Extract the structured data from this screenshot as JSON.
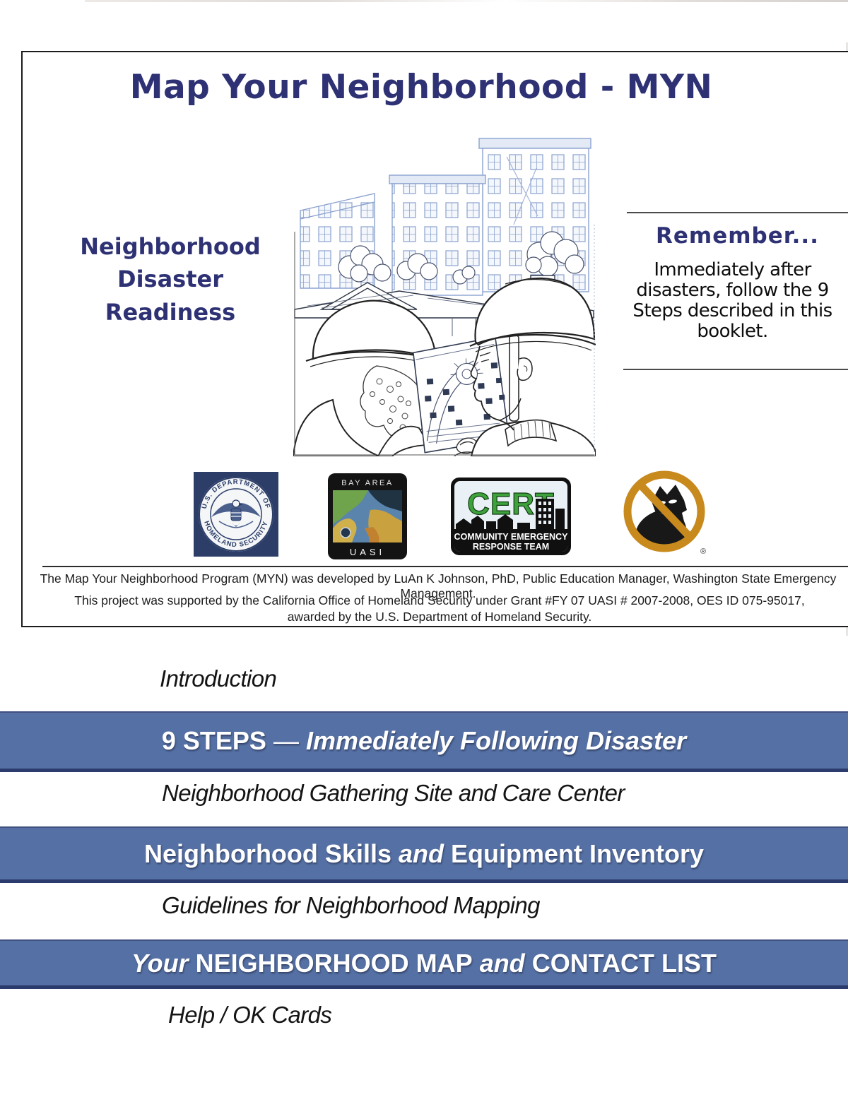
{
  "cover": {
    "title": "Map Your Neighborhood - MYN",
    "left_heading": {
      "line1": "Neighborhood",
      "line2": "Disaster",
      "line3": "Readiness"
    },
    "remember": {
      "heading": "Remember...",
      "body": "Immediately after disasters, follow the 9 Steps described in this booklet."
    },
    "logos": {
      "dhs": {
        "arc_top": "U.S. DEPARTMENT OF",
        "arc_bottom": "HOMELAND SECURITY"
      },
      "uasi": {
        "top": "BAY AREA",
        "bottom": "UASI"
      },
      "cert": {
        "acronym": "CERT",
        "line1": "COMMUNITY EMERGENCY",
        "line2": "RESPONSE TEAM"
      },
      "no_looting": {
        "registered": "®"
      }
    },
    "credits": {
      "line1": "The Map Your Neighborhood Program (MYN) was developed by LuAn K Johnson, PhD, Public Education Manager, Washington State Emergency Management.",
      "line2": "This project was supported by the California Office of Homeland Security under Grant #FY 07 UASI # 2007-2008, OES ID 075-95017, awarded by the U.S. Department of Homeland Security."
    }
  },
  "toc": {
    "intro": "Introduction",
    "bar1": {
      "bold": "9 STEPS",
      "dash": " — ",
      "italic": "Immediately Following Disaster"
    },
    "gathering": "Neighborhood Gathering Site and Care Center",
    "bar2": {
      "bold1": "Neighborhood Skills",
      "italic": " and ",
      "bold2": "Equipment Inventory"
    },
    "guidelines": "Guidelines for Neighborhood Mapping",
    "bar3": {
      "italic1": "Your ",
      "bold1": "NEIGHBORHOOD MAP",
      "italic2": " and ",
      "bold2": "CONTACT LIST"
    },
    "help": "Help / OK Cards"
  },
  "colors": {
    "title_navy": "#2e3274",
    "bar_blue": "#5570a4",
    "bar_edge_navy": "#2c3b6d",
    "dhs_navy": "#2c3e68",
    "cert_green": "#3ea23c",
    "ring_orange": "#c8891d"
  }
}
